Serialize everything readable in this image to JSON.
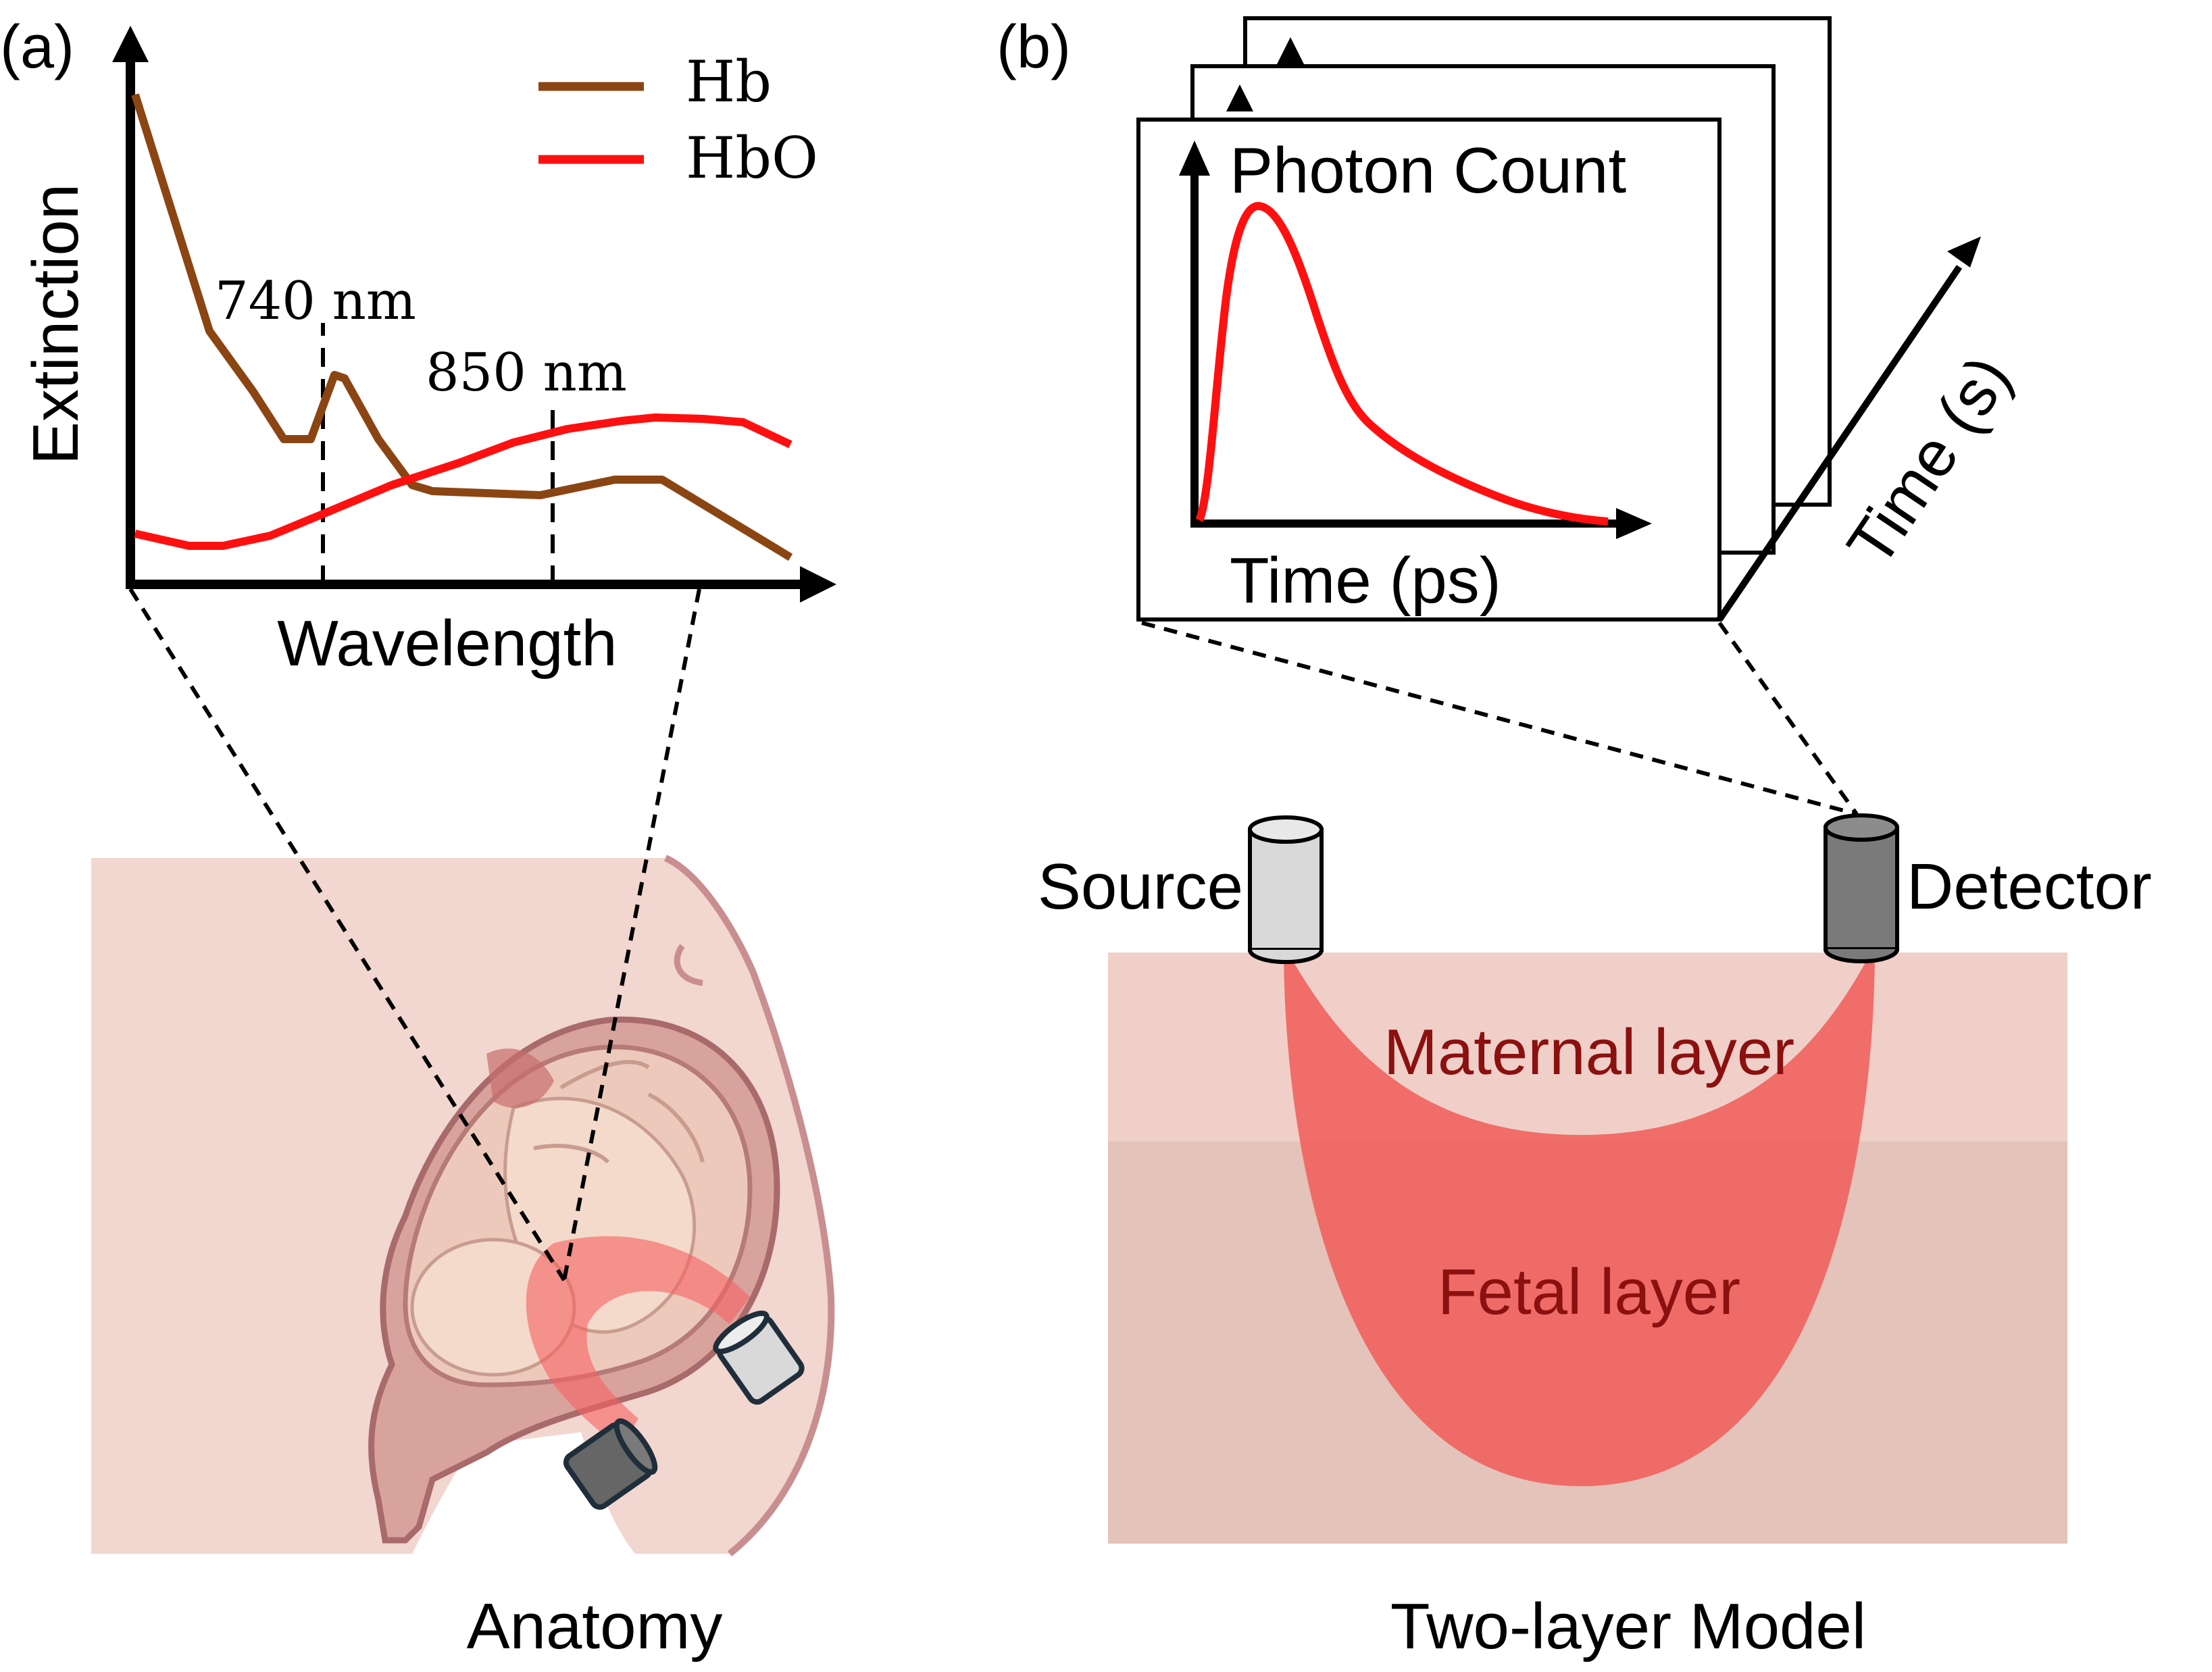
{
  "panel_a": {
    "label": "(a)",
    "y_axis_label": "Extinction",
    "x_axis_label": "Wavelength",
    "legend": [
      {
        "label": "Hb",
        "color": "#8B4513"
      },
      {
        "label": "HbO",
        "color": "#FF1010"
      }
    ],
    "marker_740": "740 nm",
    "marker_850": "850 nm",
    "caption": "Anatomy"
  },
  "panel_b": {
    "label": "(b)",
    "y_axis_label": "Photon Count",
    "x_axis_label": "Time (ps)",
    "depth_axis_label": "Time (s)",
    "source_label": "Source",
    "detector_label": "Detector",
    "maternal_label": "Maternal layer",
    "fetal_label": "Fetal layer",
    "caption": "Two-layer Model"
  },
  "colors": {
    "hb": "#8B4513",
    "hbo": "#FF1010",
    "skin": "#F2D6D0",
    "maternal": "#EFCFC8",
    "fetal": "#E3C3BA",
    "light": "#F0625E",
    "source_fill": "#D9D9D9",
    "detector_fill": "#7A7A7A"
  }
}
